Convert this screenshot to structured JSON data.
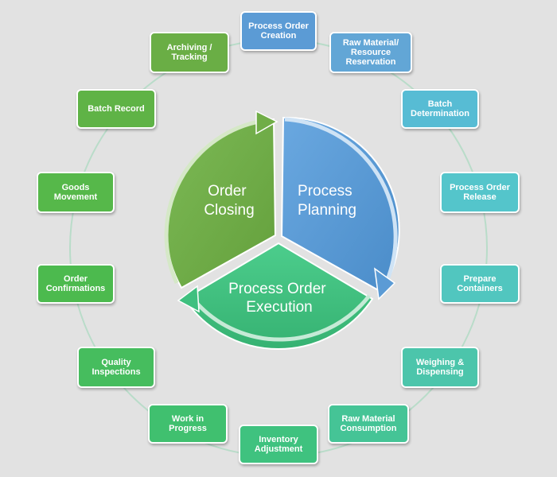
{
  "colors": {
    "background": "#e2e2e2",
    "ring": "#b9dcc9",
    "planning": "#5b9bd5",
    "execution": "#3fc07f",
    "closing": "#70ad47"
  },
  "center": {
    "planning_lines": [
      "Process",
      "Planning"
    ],
    "execution_lines": [
      "Process Order",
      "Execution"
    ],
    "closing_lines": [
      "Order",
      "Closing"
    ]
  },
  "steps": [
    {
      "label": "Process Order\nCreation",
      "color": "#5b9bd5"
    },
    {
      "label": "Raw Material/\nResource\nReservation",
      "color": "#62a6d6"
    },
    {
      "label": "Batch\nDetermination",
      "color": "#57bcd4"
    },
    {
      "label": "Process Order\nRelease",
      "color": "#54c5cb"
    },
    {
      "label": "Prepare\nContainers",
      "color": "#51c6bf"
    },
    {
      "label": "Weighing &\nDispensing",
      "color": "#4cc5ab"
    },
    {
      "label": "Raw Material\nConsumption",
      "color": "#45c496"
    },
    {
      "label": "Inventory\nAdjustment",
      "color": "#3fc27f"
    },
    {
      "label": "Work in\nProgress",
      "color": "#40c06f"
    },
    {
      "label": "Quality\nInspections",
      "color": "#46bd5e"
    },
    {
      "label": "Order\nConfirmations",
      "color": "#4cba4e"
    },
    {
      "label": "Goods\nMovement",
      "color": "#56b84a"
    },
    {
      "label": "Batch Record",
      "color": "#5fb346"
    },
    {
      "label": "Archiving /\nTracking",
      "color": "#6aae45"
    }
  ]
}
